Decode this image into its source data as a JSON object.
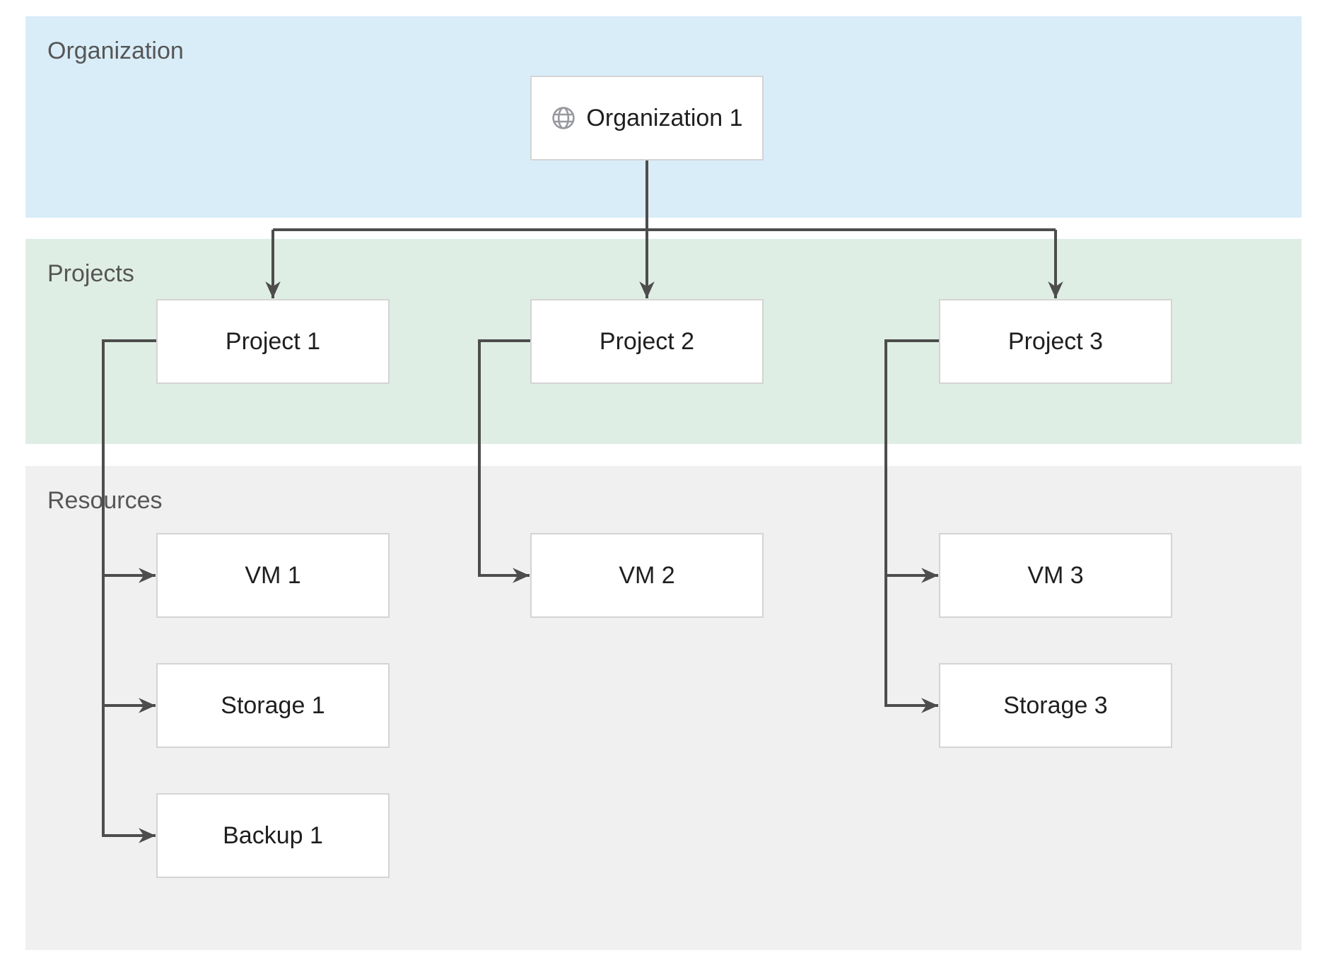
{
  "diagram": {
    "bands": [
      {
        "label": "Organization",
        "color": "#d9edf8"
      },
      {
        "label": "Projects",
        "color": "#dfeee4"
      },
      {
        "label": "Resources",
        "color": "#f0f0f0"
      }
    ],
    "nodes": {
      "organization": {
        "label": "Organization 1",
        "icon": "globe-icon"
      },
      "projects": [
        {
          "label": "Project 1"
        },
        {
          "label": "Project 2"
        },
        {
          "label": "Project 3"
        }
      ],
      "resources": [
        {
          "label": "VM 1"
        },
        {
          "label": "Storage 1"
        },
        {
          "label": "Backup 1"
        },
        {
          "label": "VM 2"
        },
        {
          "label": "VM 3"
        },
        {
          "label": "Storage 3"
        }
      ]
    },
    "edges": [
      {
        "from": "Organization 1",
        "to": "Project 1"
      },
      {
        "from": "Organization 1",
        "to": "Project 2"
      },
      {
        "from": "Organization 1",
        "to": "Project 3"
      },
      {
        "from": "Project 1",
        "to": "VM 1"
      },
      {
        "from": "Project 1",
        "to": "Storage 1"
      },
      {
        "from": "Project 1",
        "to": "Backup 1"
      },
      {
        "from": "Project 2",
        "to": "VM 2"
      },
      {
        "from": "Project 3",
        "to": "VM 3"
      },
      {
        "from": "Project 3",
        "to": "Storage 3"
      }
    ],
    "colors": {
      "organization_band": "#d9edf8",
      "projects_band": "#dfeee4",
      "resources_band": "#f0f0f0",
      "connector": "#4d4d4d",
      "node_border": "#d4d4d4",
      "node_background": "#ffffff",
      "node_text": "#1f1f1f",
      "band_label_text": "#565656",
      "globe_icon": "#97999e"
    }
  }
}
